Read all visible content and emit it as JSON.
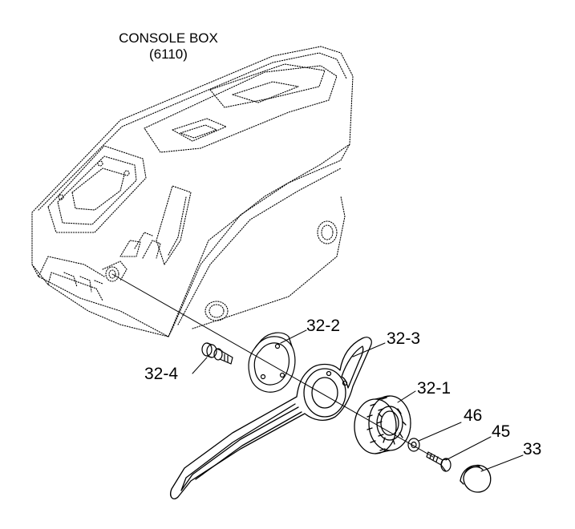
{
  "title": {
    "line1": "CONSOLE BOX",
    "line2": "(6110)"
  },
  "callouts": {
    "p32_2": "32-2",
    "p32_3": "32-3",
    "p32_4": "32-4",
    "p32_1": "32-1",
    "p46": "46",
    "p45": "45",
    "p33": "33"
  },
  "colors": {
    "ink": "#000000",
    "background": "#ffffff"
  }
}
